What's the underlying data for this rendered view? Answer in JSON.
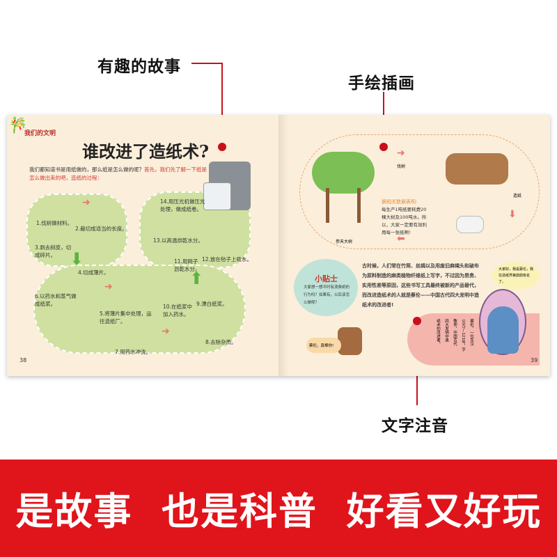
{
  "callouts": {
    "story": "有趣的故事",
    "illustration": "手绘插画",
    "pinyin": "文字注音"
  },
  "left_page": {
    "series_logo": "我们的文明",
    "title": "谁改进了造纸术?",
    "intro_black": "我们都知道书是用纸做的，那么纸是怎么做的呢？",
    "intro_red": "首先，我们先了解一下纸是怎么做出来的吧，造纸的过程：",
    "steps": [
      "1.伐树做材料。",
      "2.裁切成适当的长度。",
      "3.剥去树皮，切成碎片。",
      "4.切成薄片。",
      "5.将薄片集中处理，运往造纸厂。",
      "6.以药水和蒸气做成纸浆。",
      "7.用药水冲洗。",
      "8.去除杂质。",
      "9.漂白纸浆。",
      "10.在纸浆中加入药水。",
      "11.用网子沥乾水分。",
      "12.放在毡子上吸水。",
      "13.以高温烘乾水分。",
      "14.用压光机做压光处理，做成纸卷。"
    ],
    "page_number": "38"
  },
  "right_page": {
    "label_cut": "伐树",
    "label_make": "造纸",
    "label_trees": "参天大树",
    "data_heading": "据相关数据表明:",
    "data_text": "每生产1吨纸要耗费20棵大树及100吨水。所以，大家一定要有效利用每一张纸啊!",
    "tip_title": "小贴士",
    "tip_text": "大家想一想平时有浪费纸的行为吗？如果有，以后该怎么做呢？",
    "story_text": "古时候，人们常在竹简、丝绸以及用废旧麻绳头和破布为原料制造的麻类植物纤维纸上写字，不过因为昂贵、实用性差等原因，这些书写工具最终被新的产品替代，而改进造纸术的人就是蔡伦——中国古代四大发明中造纸术的改进者!",
    "stump_bubble": "蔡伦，真棒你!",
    "cai_lun_bubble": "大家好，我是蔡伦，我在造纸界第鼎鼎有名了。",
    "bio_columns": [
      "蔡伦，一位东汉",
      "公元?—121年，字",
      "敬仲，中国古代",
      "四大发明中造",
      "纸术的改进者。"
    ],
    "page_number": "39"
  },
  "banner": {
    "text": "是故事  也是科普  好看又好玩"
  },
  "colors": {
    "banner_red": "#e0141b",
    "page_cream": "#fbeedb",
    "blob_green": "#cfe0a0",
    "accent_red": "#c8101a"
  }
}
